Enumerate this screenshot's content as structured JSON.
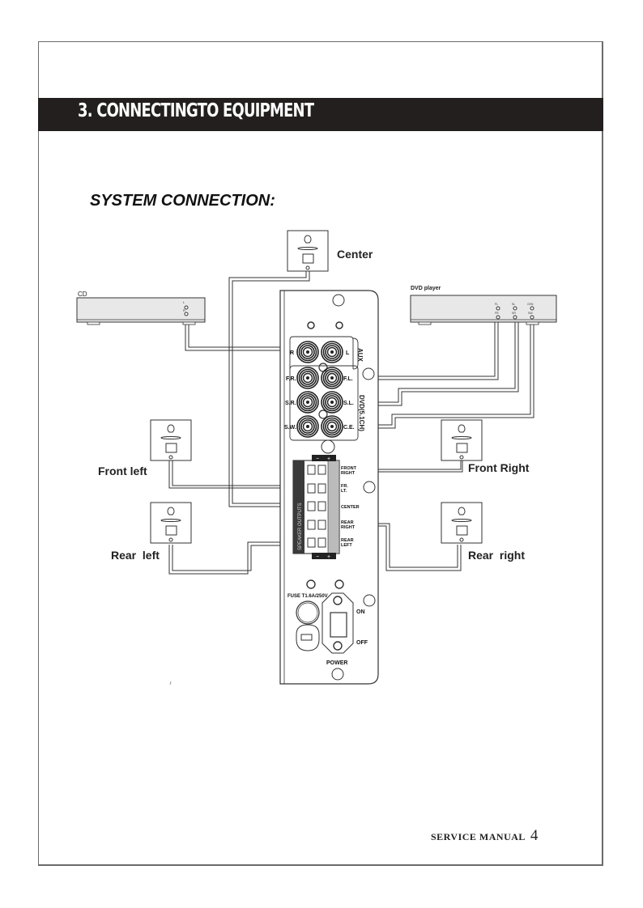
{
  "header": {
    "title": "3.  CONNECTINGTO EQUIPMENT"
  },
  "section": {
    "title": "SYSTEM CONNECTION:"
  },
  "devices": {
    "cd": {
      "label": "CD",
      "jacks": [
        "L",
        "R"
      ]
    },
    "dvd": {
      "label": "DVD player",
      "jacks": [
        "FL",
        "FR",
        "SL",
        "SR",
        "CEN",
        "SW"
      ]
    }
  },
  "speakers": {
    "center": "Center",
    "front_left": "Front left",
    "front_right": "Front Right",
    "rear_left": "Rear  left",
    "rear_right": "Rear  right"
  },
  "panel": {
    "aux_group": "AUX",
    "dvd_group": "DVD(5.1CH)",
    "rca_labels": {
      "r": "R",
      "l": "L",
      "fr": "F.R.",
      "fl": "F.L.",
      "sr": "S.R.",
      "sl": "S.L.",
      "sw": "S.W.",
      "ce": "C.E."
    },
    "terminal_polarity": [
      "−",
      "+"
    ],
    "terminal_side_label": "SPEAKER OUTPUTS",
    "terminals": [
      {
        "line1": "FRONT",
        "line2": "RIGHT"
      },
      {
        "line1": "FR.",
        "line2": "LT."
      },
      {
        "line1": "CENTER",
        "line2": ""
      },
      {
        "line1": "REAR",
        "line2": "RIGHT"
      },
      {
        "line1": "REAR",
        "line2": "LEFT"
      }
    ],
    "fuse_label": "FUSE T1.6A/250V",
    "switch_on": "ON",
    "switch_off": "OFF",
    "power_label": "POWER"
  },
  "footer": {
    "label": "SERVICE MANUAL",
    "page": "4"
  }
}
